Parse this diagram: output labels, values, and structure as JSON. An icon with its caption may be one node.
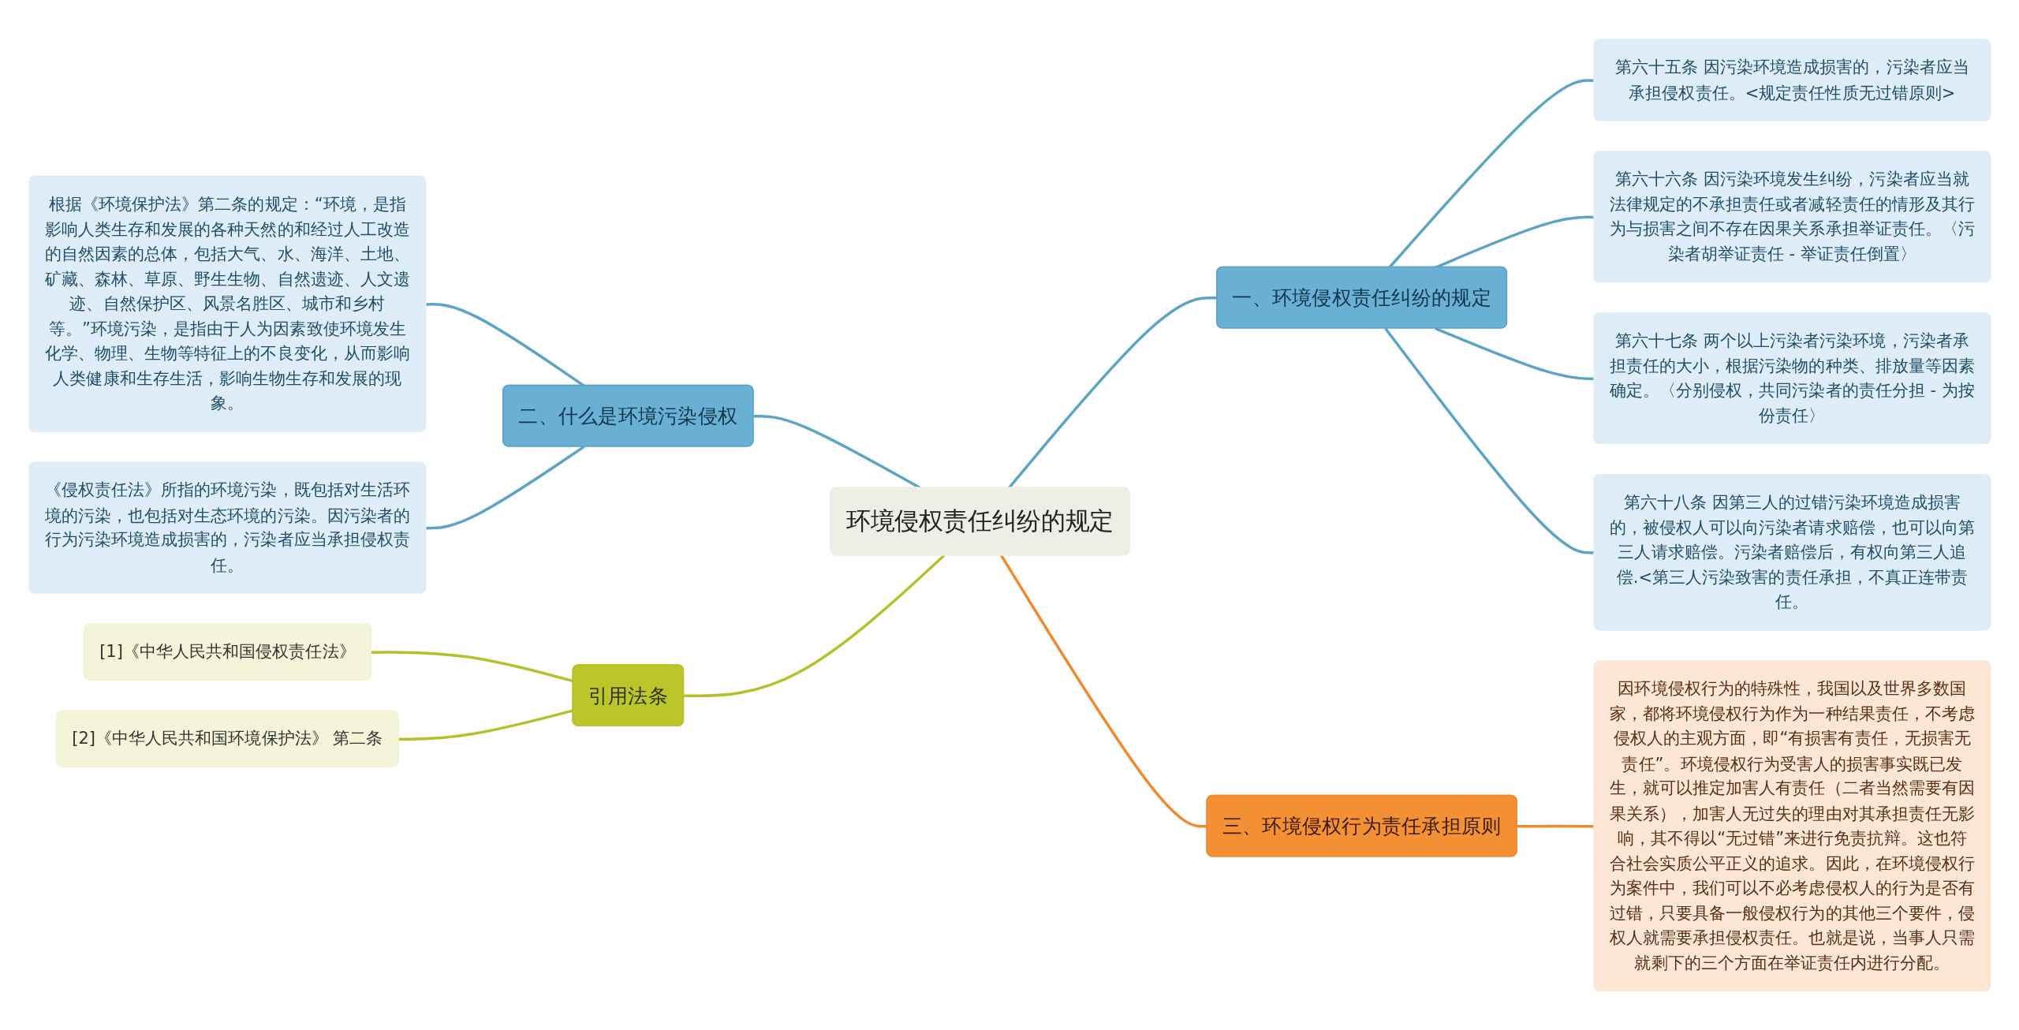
{
  "diagram": {
    "nodes": [
      {
        "text": [
          "环境侵权责任纠纷的规定"
        ]
      },
      {
        "text": [
          "一、环境侵权责任纠纷的规定"
        ]
      },
      {
        "text": [
          "第六十五条 因污染环境造成损害的，污染者应当承担侵权责任。<规定责任性质无过错原则>"
        ]
      },
      {
        "text": [
          "第六十六条 因污染环境发生纠纷，污染者应当就法律规定的不承担责任或者减轻责任的情形及其行为与损害之间不存在因果关系承担举证责任。〈污染者胡举证责任 - 举证责任倒置〉"
        ]
      },
      {
        "text": [
          "第六十七条 两个以上污染者污染环境，污染者承担责任的大小，根据污染物的种类、排放量等因素确定。〈分别侵权，共同污染者的责任分担 - 为按份责任〉"
        ]
      },
      {
        "text": [
          "第六十八条 因第三人的过错污染环境造成损害的，被侵权人可以向污染者请求赔偿，也可以向第三人请求赔偿。污染者赔偿后，有权向第三人追偿.<第三人污染致害的责任承担，不真正连带责任。"
        ]
      },
      {
        "text": [
          "二、什么是环境污染侵权"
        ]
      },
      {
        "text": [
          "根据《环境保护法》第二条的规定：“环境，是指影响人类生存和发展的各种天然的和经过人工改造的自然因素的总体，包括大气、水、海洋、土地、矿藏、森林、草原、野生生物、自然遗迹、人文遗迹、自然保护区、风景名胜区、城市和乡村等。”环境污染，是指由于人为因素致使环境发生化学、物理、生物等特征上的不良变化，从而影响人类健康和生存生活，影响生物生存和发展的现象。"
        ]
      },
      {
        "text": [
          "《侵权责任法》所指的环境污染，既包括对生活环境的污染，也包括对生态环境的污染。因污染者的行为污染环境造成损害的，污染者应当承担侵权责任。"
        ]
      },
      {
        "text": [
          "引用法条"
        ]
      },
      {
        "text": [
          "[1]《中华人民共和国侵权责任法》"
        ]
      },
      {
        "text": [
          "[2]《中华人民共和国环境保护法》 第二条"
        ]
      },
      {
        "text": [
          "三、环境侵权行为责任承担原则"
        ]
      },
      {
        "text": [
          "因环境侵权行为的特殊性，我国以及世界多数国家，都将环境侵权行为作为一种结果责任，不考虑侵权人的主观方面，即“有损害有责任，无损害无责任”。环境侵权行为受害人的损害事实既已发生，就可以推定加害人有责任（二者当然需要有因果关系），加害人无过失的理由对其承担责任无影响，其不得以“无过错”来进行免责抗辩。这也符合社会实质公平正义的追求。因此，在环境侵权行为案件中，我们可以不必考虑侵权人的行为是否有过错，只要具备一般侵权行为的其他三个要件，侵权人就需要承担侵权责任。也就是说，当事人只需就剩下的三个方面在举证责任内进行分配。"
        ]
      }
    ],
    "edges": [
      {
        "from": 0,
        "to": 1,
        "arrow": "none"
      },
      {
        "from": 1,
        "to": 2,
        "arrow": "none"
      },
      {
        "from": 1,
        "to": 3,
        "arrow": "none"
      },
      {
        "from": 1,
        "to": 4,
        "arrow": "none"
      },
      {
        "from": 1,
        "to": 5,
        "arrow": "none"
      },
      {
        "from": 6,
        "to": 0,
        "arrow": "none"
      },
      {
        "from": 7,
        "to": 6,
        "arrow": "none"
      },
      {
        "from": 8,
        "to": 6,
        "arrow": "none"
      },
      {
        "from": 9,
        "to": 0,
        "arrow": "none",
        "color": "#b5c12a"
      },
      {
        "from": 10,
        "to": 9,
        "arrow": "none",
        "color": "#b5c12a"
      },
      {
        "from": 11,
        "to": 9,
        "arrow": "none",
        "color": "#b5c12a"
      },
      {
        "from": 0,
        "to": 12,
        "arrow": "none",
        "color": "#f08a2e"
      },
      {
        "from": 12,
        "to": 13,
        "arrow": "none",
        "color": "#f08a2e"
      }
    ]
  }
}
